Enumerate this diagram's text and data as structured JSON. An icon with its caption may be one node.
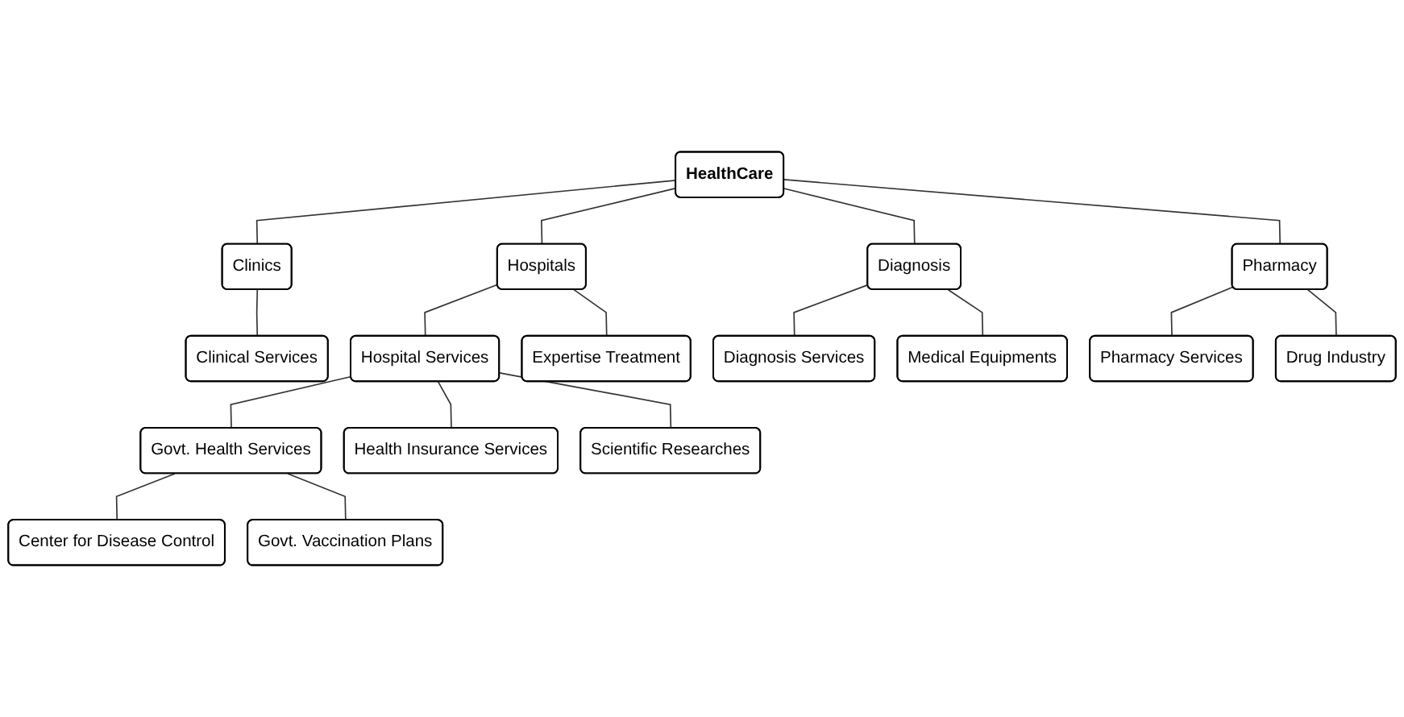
{
  "diagram": {
    "nodes": [
      {
        "text": [
          "HealthCare"
        ]
      },
      {
        "text": [
          "Clinics"
        ]
      },
      {
        "text": [
          "Hospitals"
        ]
      },
      {
        "text": [
          "Diagnosis"
        ]
      },
      {
        "text": [
          "Pharmacy"
        ]
      },
      {
        "text": [
          "Clinical Services"
        ]
      },
      {
        "text": [
          "Hospital Services"
        ]
      },
      {
        "text": [
          "Expertise Treatment"
        ]
      },
      {
        "text": [
          "Diagnosis Services"
        ]
      },
      {
        "text": [
          "Medical Equipments"
        ]
      },
      {
        "text": [
          "Pharmacy Services"
        ]
      },
      {
        "text": [
          "Drug Industry"
        ]
      },
      {
        "text": [
          "Govt. Health Services"
        ]
      },
      {
        "text": [
          "Health Insurance Services"
        ]
      },
      {
        "text": [
          "Scientific Researches"
        ]
      },
      {
        "text": [
          "Center for Disease Control"
        ]
      },
      {
        "text": [
          "Govt. Vaccination Plans"
        ]
      }
    ],
    "edges": [
      {
        "from": 0,
        "to": 1,
        "arrow": "none"
      },
      {
        "from": 0,
        "to": 2,
        "arrow": "none"
      },
      {
        "from": 0,
        "to": 3,
        "arrow": "none"
      },
      {
        "from": 0,
        "to": 4,
        "arrow": "none"
      },
      {
        "from": 1,
        "to": 5,
        "arrow": "none"
      },
      {
        "from": 2,
        "to": 6,
        "arrow": "none"
      },
      {
        "from": 2,
        "to": 7,
        "arrow": "none"
      },
      {
        "from": 3,
        "to": 8,
        "arrow": "none"
      },
      {
        "from": 3,
        "to": 9,
        "arrow": "none"
      },
      {
        "from": 4,
        "to": 10,
        "arrow": "none"
      },
      {
        "from": 4,
        "to": 11,
        "arrow": "none"
      },
      {
        "from": 6,
        "to": 12,
        "arrow": "none"
      },
      {
        "from": 6,
        "to": 13,
        "arrow": "none"
      },
      {
        "from": 6,
        "to": 14,
        "arrow": "none"
      },
      {
        "from": 12,
        "to": 15,
        "arrow": "none"
      },
      {
        "from": 12,
        "to": 16,
        "arrow": "none"
      }
    ]
  }
}
